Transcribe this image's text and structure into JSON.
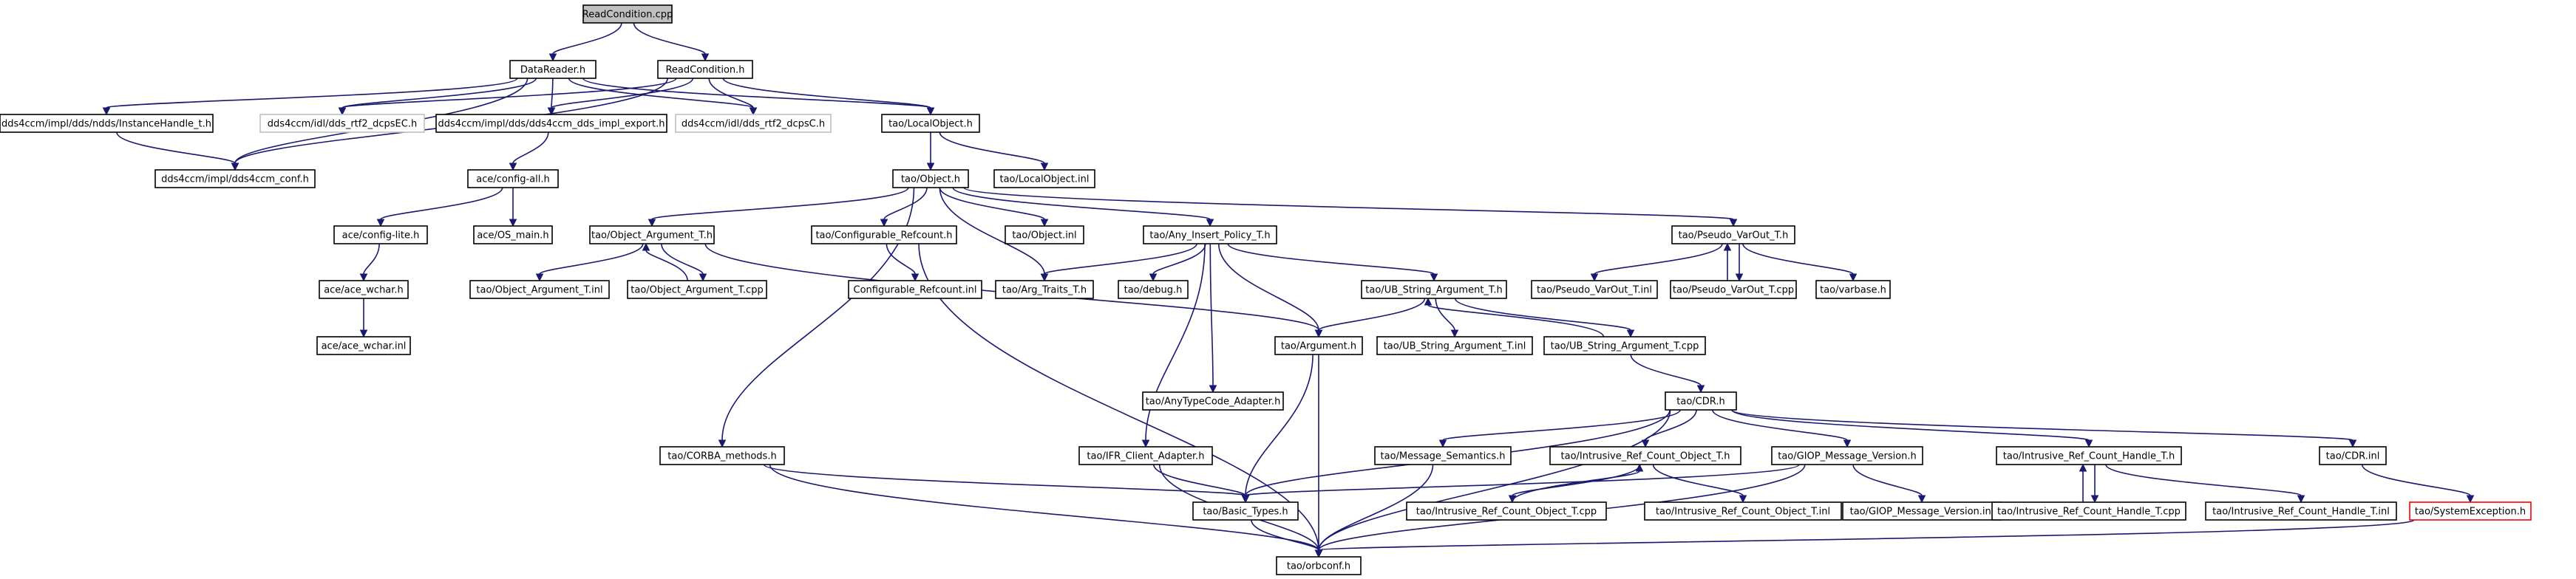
{
  "graph": {
    "nodes": [
      {
        "id": "rc_cpp",
        "label": "ReadCondition.cpp",
        "style": "root"
      },
      {
        "id": "datareader_h",
        "label": "DataReader.h",
        "style": "normal"
      },
      {
        "id": "readcondition_h",
        "label": "ReadCondition.h",
        "style": "normal"
      },
      {
        "id": "instancehandle_h",
        "label": "dds4ccm/impl/dds/ndds/InstanceHandle_t.h",
        "style": "normal"
      },
      {
        "id": "rtf2_dcpsec_h",
        "label": "dds4ccm/idl/dds_rtf2_dcpsEC.h",
        "style": "missing"
      },
      {
        "id": "impl_export_h",
        "label": "dds4ccm/impl/dds/dds4ccm_dds_impl_export.h",
        "style": "normal"
      },
      {
        "id": "rtf2_dcpsc_h",
        "label": "dds4ccm/idl/dds_rtf2_dcpsC.h",
        "style": "missing"
      },
      {
        "id": "localobject_h",
        "label": "tao/LocalObject.h",
        "style": "normal"
      },
      {
        "id": "conf_h",
        "label": "dds4ccm/impl/dds4ccm_conf.h",
        "style": "normal"
      },
      {
        "id": "config_all_h",
        "label": "ace/config-all.h",
        "style": "normal"
      },
      {
        "id": "object_h",
        "label": "tao/Object.h",
        "style": "normal"
      },
      {
        "id": "localobject_inl",
        "label": "tao/LocalObject.inl",
        "style": "normal"
      },
      {
        "id": "config_lite_h",
        "label": "ace/config-lite.h",
        "style": "normal"
      },
      {
        "id": "os_main_h",
        "label": "ace/OS_main.h",
        "style": "normal"
      },
      {
        "id": "object_argument_t_h",
        "label": "tao/Object_Argument_T.h",
        "style": "normal"
      },
      {
        "id": "configurable_refcount_h",
        "label": "tao/Configurable_Refcount.h",
        "style": "normal"
      },
      {
        "id": "object_inl",
        "label": "tao/Object.inl",
        "style": "normal"
      },
      {
        "id": "any_insert_policy_t_h",
        "label": "tao/Any_Insert_Policy_T.h",
        "style": "normal"
      },
      {
        "id": "pseudo_varout_t_h",
        "label": "tao/Pseudo_VarOut_T.h",
        "style": "normal"
      },
      {
        "id": "ace_wchar_h",
        "label": "ace/ace_wchar.h",
        "style": "normal"
      },
      {
        "id": "object_argument_t_inl",
        "label": "tao/Object_Argument_T.inl",
        "style": "normal"
      },
      {
        "id": "object_argument_t_cpp",
        "label": "tao/Object_Argument_T.cpp",
        "style": "normal"
      },
      {
        "id": "configurable_refcount_inl",
        "label": "Configurable_Refcount.inl",
        "style": "normal"
      },
      {
        "id": "arg_traits_t_h",
        "label": "tao/Arg_Traits_T.h",
        "style": "normal"
      },
      {
        "id": "debug_h",
        "label": "tao/debug.h",
        "style": "normal"
      },
      {
        "id": "ub_string_argument_t_h",
        "label": "tao/UB_String_Argument_T.h",
        "style": "normal"
      },
      {
        "id": "pseudo_varout_t_inl",
        "label": "tao/Pseudo_VarOut_T.inl",
        "style": "normal"
      },
      {
        "id": "pseudo_varout_t_cpp",
        "label": "tao/Pseudo_VarOut_T.cpp",
        "style": "normal"
      },
      {
        "id": "varbase_h",
        "label": "tao/varbase.h",
        "style": "normal"
      },
      {
        "id": "ace_wchar_inl",
        "label": "ace/ace_wchar.inl",
        "style": "normal"
      },
      {
        "id": "argument_h",
        "label": "tao/Argument.h",
        "style": "normal"
      },
      {
        "id": "ub_string_argument_t_inl",
        "label": "tao/UB_String_Argument_T.inl",
        "style": "normal"
      },
      {
        "id": "ub_string_argument_t_cpp",
        "label": "tao/UB_String_Argument_T.cpp",
        "style": "normal"
      },
      {
        "id": "anytypecode_adapter_h",
        "label": "tao/AnyTypeCode_Adapter.h",
        "style": "normal"
      },
      {
        "id": "cdr_h",
        "label": "tao/CDR.h",
        "style": "normal"
      },
      {
        "id": "corba_methods_h",
        "label": "tao/CORBA_methods.h",
        "style": "normal"
      },
      {
        "id": "ifr_client_adapter_h",
        "label": "tao/IFR_Client_Adapter.h",
        "style": "normal"
      },
      {
        "id": "message_semantics_h",
        "label": "tao/Message_Semantics.h",
        "style": "normal"
      },
      {
        "id": "irc_object_t_h",
        "label": "tao/Intrusive_Ref_Count_Object_T.h",
        "style": "normal"
      },
      {
        "id": "giop_message_version_h",
        "label": "tao/GIOP_Message_Version.h",
        "style": "normal"
      },
      {
        "id": "irc_handle_t_h",
        "label": "tao/Intrusive_Ref_Count_Handle_T.h",
        "style": "normal"
      },
      {
        "id": "cdr_inl",
        "label": "tao/CDR.inl",
        "style": "normal"
      },
      {
        "id": "basic_types_h",
        "label": "tao/Basic_Types.h",
        "style": "normal"
      },
      {
        "id": "irc_object_t_cpp",
        "label": "tao/Intrusive_Ref_Count_Object_T.cpp",
        "style": "normal"
      },
      {
        "id": "irc_object_t_inl",
        "label": "tao/Intrusive_Ref_Count_Object_T.inl",
        "style": "normal"
      },
      {
        "id": "giop_message_version_inl",
        "label": "tao/GIOP_Message_Version.inl",
        "style": "normal"
      },
      {
        "id": "irc_handle_t_cpp",
        "label": "tao/Intrusive_Ref_Count_Handle_T.cpp",
        "style": "normal"
      },
      {
        "id": "irc_handle_t_inl",
        "label": "tao/Intrusive_Ref_Count_Handle_T.inl",
        "style": "normal"
      },
      {
        "id": "systemexception_h",
        "label": "tao/SystemException.h",
        "style": "error"
      },
      {
        "id": "orbconf_h",
        "label": "tao/orbconf.h",
        "style": "normal"
      }
    ],
    "edges": [
      [
        "rc_cpp",
        "datareader_h"
      ],
      [
        "rc_cpp",
        "readcondition_h"
      ],
      [
        "datareader_h",
        "instancehandle_h"
      ],
      [
        "datareader_h",
        "rtf2_dcpsec_h"
      ],
      [
        "datareader_h",
        "impl_export_h"
      ],
      [
        "datareader_h",
        "rtf2_dcpsc_h"
      ],
      [
        "datareader_h",
        "localobject_h"
      ],
      [
        "datareader_h",
        "conf_h"
      ],
      [
        "readcondition_h",
        "rtf2_dcpsec_h"
      ],
      [
        "readcondition_h",
        "impl_export_h"
      ],
      [
        "readcondition_h",
        "rtf2_dcpsc_h"
      ],
      [
        "readcondition_h",
        "localobject_h"
      ],
      [
        "readcondition_h",
        "conf_h"
      ],
      [
        "instancehandle_h",
        "conf_h"
      ],
      [
        "impl_export_h",
        "config_all_h"
      ],
      [
        "localobject_h",
        "object_h"
      ],
      [
        "localobject_h",
        "localobject_inl"
      ],
      [
        "config_all_h",
        "config_lite_h"
      ],
      [
        "config_all_h",
        "os_main_h"
      ],
      [
        "config_lite_h",
        "ace_wchar_h"
      ],
      [
        "ace_wchar_h",
        "ace_wchar_inl"
      ],
      [
        "object_h",
        "object_argument_t_h"
      ],
      [
        "object_h",
        "configurable_refcount_h"
      ],
      [
        "object_h",
        "object_inl"
      ],
      [
        "object_h",
        "any_insert_policy_t_h"
      ],
      [
        "object_h",
        "pseudo_varout_t_h"
      ],
      [
        "object_h",
        "arg_traits_t_h"
      ],
      [
        "object_h",
        "corba_methods_h"
      ],
      [
        "object_argument_t_h",
        "object_argument_t_inl"
      ],
      [
        "object_argument_t_h",
        "object_argument_t_cpp"
      ],
      [
        "object_argument_t_cpp",
        "object_argument_t_h"
      ],
      [
        "object_argument_t_h",
        "argument_h"
      ],
      [
        "configurable_refcount_h",
        "configurable_refcount_inl"
      ],
      [
        "configurable_refcount_h",
        "orbconf_h"
      ],
      [
        "any_insert_policy_t_h",
        "arg_traits_t_h"
      ],
      [
        "any_insert_policy_t_h",
        "debug_h"
      ],
      [
        "any_insert_policy_t_h",
        "ub_string_argument_t_h"
      ],
      [
        "any_insert_policy_t_h",
        "argument_h"
      ],
      [
        "any_insert_policy_t_h",
        "anytypecode_adapter_h"
      ],
      [
        "any_insert_policy_t_h",
        "ifr_client_adapter_h"
      ],
      [
        "pseudo_varout_t_h",
        "pseudo_varout_t_inl"
      ],
      [
        "pseudo_varout_t_h",
        "pseudo_varout_t_cpp"
      ],
      [
        "pseudo_varout_t_cpp",
        "pseudo_varout_t_h"
      ],
      [
        "pseudo_varout_t_h",
        "varbase_h"
      ],
      [
        "ub_string_argument_t_h",
        "argument_h"
      ],
      [
        "ub_string_argument_t_h",
        "ub_string_argument_t_inl"
      ],
      [
        "ub_string_argument_t_h",
        "ub_string_argument_t_cpp"
      ],
      [
        "ub_string_argument_t_cpp",
        "ub_string_argument_t_h"
      ],
      [
        "ub_string_argument_t_cpp",
        "cdr_h"
      ],
      [
        "argument_h",
        "basic_types_h"
      ],
      [
        "argument_h",
        "orbconf_h"
      ],
      [
        "cdr_h",
        "basic_types_h"
      ],
      [
        "cdr_h",
        "message_semantics_h"
      ],
      [
        "cdr_h",
        "irc_object_t_h"
      ],
      [
        "cdr_h",
        "giop_message_version_h"
      ],
      [
        "cdr_h",
        "irc_handle_t_h"
      ],
      [
        "cdr_h",
        "cdr_inl"
      ],
      [
        "cdr_h",
        "orbconf_h"
      ],
      [
        "corba_methods_h",
        "basic_types_h"
      ],
      [
        "corba_methods_h",
        "orbconf_h"
      ],
      [
        "ifr_client_adapter_h",
        "basic_types_h"
      ],
      [
        "ifr_client_adapter_h",
        "orbconf_h"
      ],
      [
        "message_semantics_h",
        "orbconf_h"
      ],
      [
        "irc_object_t_h",
        "irc_object_t_cpp"
      ],
      [
        "irc_object_t_cpp",
        "irc_object_t_h"
      ],
      [
        "irc_object_t_h",
        "irc_object_t_inl"
      ],
      [
        "giop_message_version_h",
        "basic_types_h"
      ],
      [
        "giop_message_version_h",
        "giop_message_version_inl"
      ],
      [
        "giop_message_version_h",
        "orbconf_h"
      ],
      [
        "irc_handle_t_h",
        "irc_handle_t_cpp"
      ],
      [
        "irc_handle_t_cpp",
        "irc_handle_t_h"
      ],
      [
        "irc_handle_t_h",
        "irc_handle_t_inl"
      ],
      [
        "cdr_inl",
        "systemexception_h"
      ],
      [
        "systemexception_h",
        "orbconf_h"
      ],
      [
        "basic_types_h",
        "orbconf_h"
      ]
    ]
  }
}
